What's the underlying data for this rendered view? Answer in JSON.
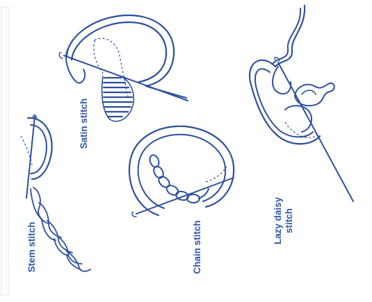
{
  "labels": {
    "satin": "Satin stitch",
    "stem": "Stem stitch",
    "chain": "Chain stitch",
    "lazy_daisy_line1": "Lazy daisy",
    "lazy_daisy_line2": "stitch"
  },
  "colors": {
    "ink": "#2b4e9f",
    "label": "#2e56a8",
    "background": "#ffffff"
  }
}
